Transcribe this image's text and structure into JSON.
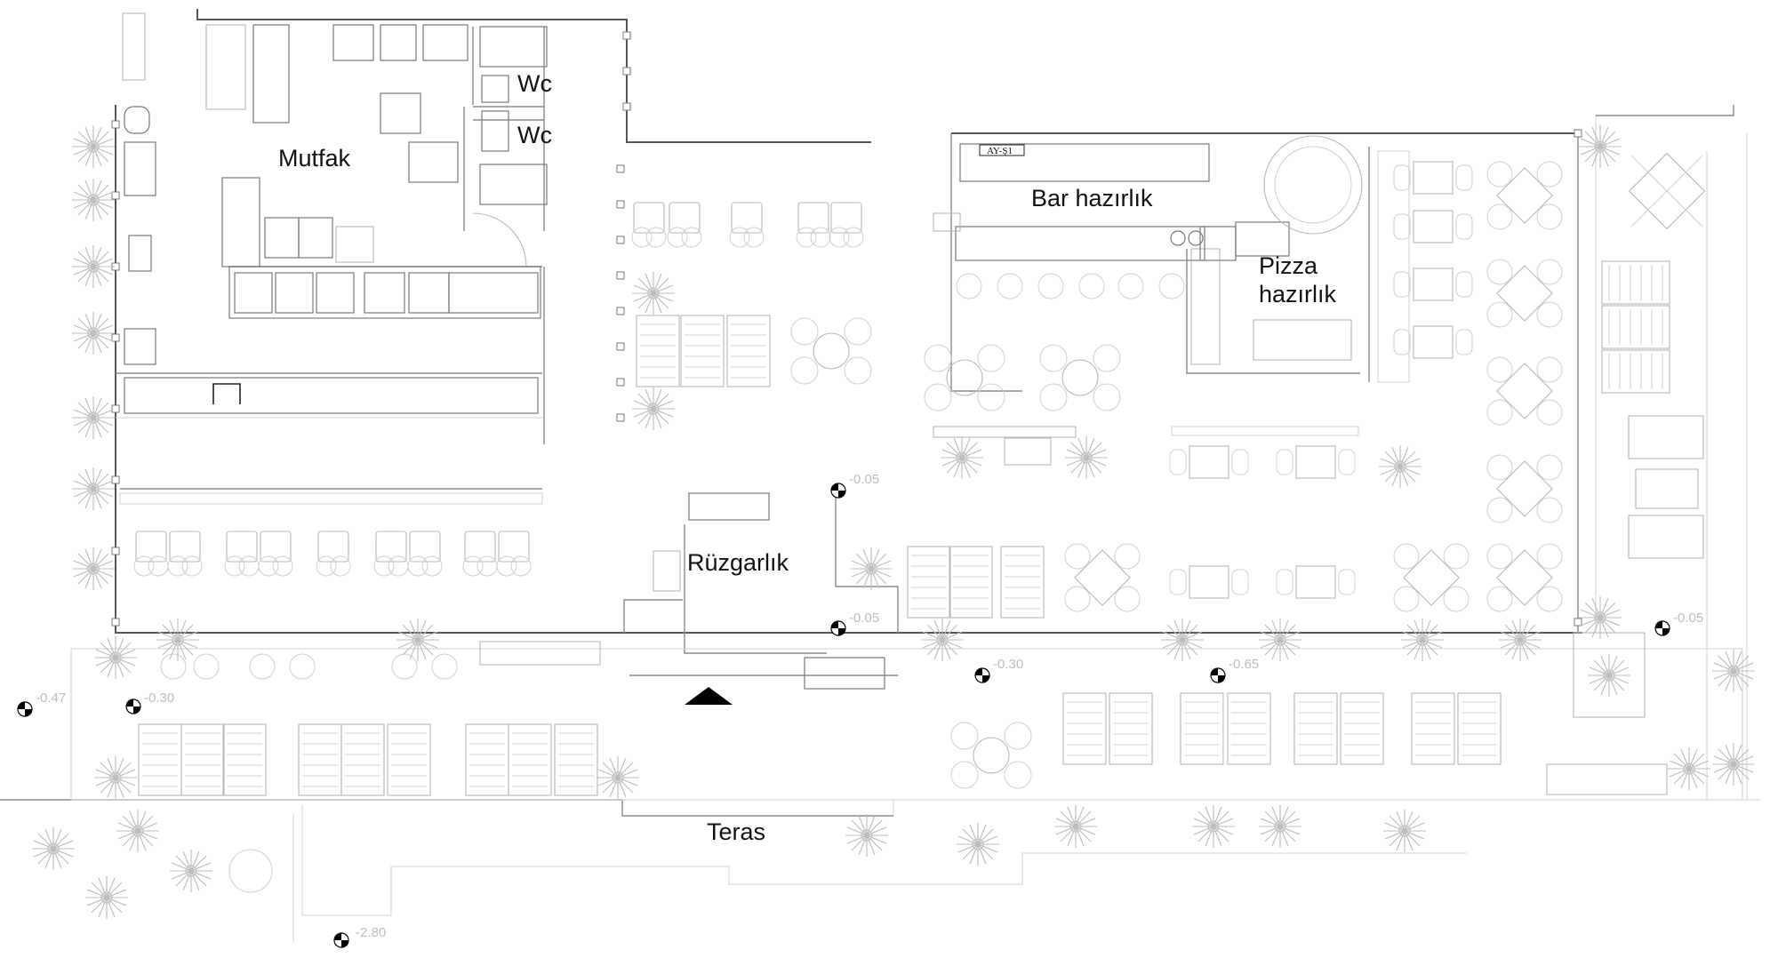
{
  "rooms": [
    {
      "id": "mutfak",
      "label": "Mutfak"
    },
    {
      "id": "wc-1",
      "label": "Wc"
    },
    {
      "id": "wc-2",
      "label": "Wc"
    },
    {
      "id": "bar",
      "label": "Bar hazırlık"
    },
    {
      "id": "pizza",
      "label": "Pizza\nhazırlık"
    },
    {
      "id": "ruzgarlik",
      "label": "Rüzgarlık"
    },
    {
      "id": "teras",
      "label": "Teras"
    }
  ],
  "pizza_label_lines": [
    "Pizza",
    "hazırlık"
  ],
  "equipment_tag": "AY-Ş1",
  "levels": [
    "-0.47",
    "-0.30",
    "-0.05",
    "-0.05",
    "-0.30",
    "-0.65",
    "-0.05",
    "-2.80"
  ],
  "colors": {
    "wall": "#8a8a8a",
    "furniture": "#b8b8b8",
    "label": "#111111",
    "entrance": "#000000"
  }
}
